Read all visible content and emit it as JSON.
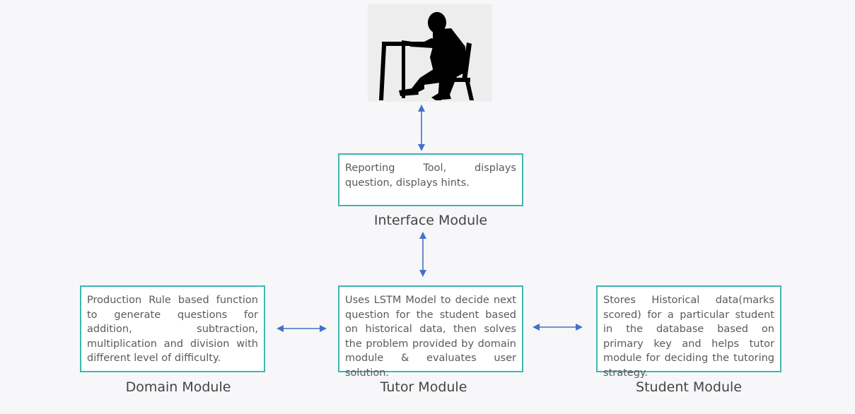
{
  "colors": {
    "box_border": "#3fb6b2",
    "arrow": "#4472c4",
    "background": "#f7f7fa"
  },
  "figure": {
    "icon": "student-at-desk-silhouette-icon"
  },
  "interface": {
    "description": "Reporting Tool, displays question, displays hints.",
    "label": "Interface Module"
  },
  "domain": {
    "description": "Production Rule based function to generate questions for addition, subtraction, multiplication and division with different level of difficulty.",
    "label": "Domain Module"
  },
  "tutor": {
    "description": "Uses LSTM Model to decide next question for the student based on historical data, then solves the problem provided by domain module & evaluates user solution.",
    "label": "Tutor Module"
  },
  "student": {
    "description": "Stores Historical data(marks scored) for a particular student in the database based on primary key and helps tutor module for deciding the tutoring strategy.",
    "label": "Student Module"
  }
}
